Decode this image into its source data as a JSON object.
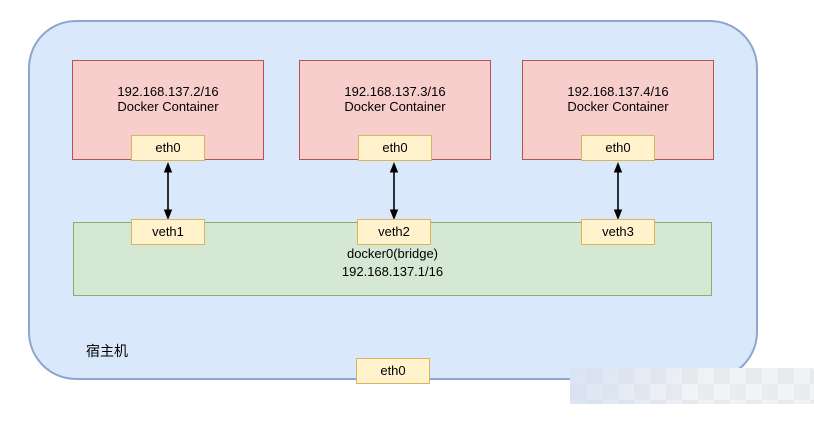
{
  "host": {
    "label": "宿主机",
    "eth_label": "eth0"
  },
  "containers": [
    {
      "ip": "192.168.137.2/16",
      "title": "Docker Container",
      "iface": "eth0",
      "veth": "veth1"
    },
    {
      "ip": "192.168.137.3/16",
      "title": "Docker Container",
      "iface": "eth0",
      "veth": "veth2"
    },
    {
      "ip": "192.168.137.4/16",
      "title": "Docker Container",
      "iface": "eth0",
      "veth": "veth3"
    }
  ],
  "bridge": {
    "name": "docker0(bridge)",
    "ip": "192.168.137.1/16"
  },
  "colors": {
    "host-fill": "#dae8fc",
    "host-stroke": "#8ba7d0",
    "container-fill": "#f8cecc",
    "container-stroke": "#b85450",
    "bridge-fill": "#d5e8d4",
    "bridge-stroke": "#82b366",
    "chip-fill": "#fff2cc",
    "chip-stroke": "#d6b656",
    "arrow": "#000000",
    "text": "#000000"
  }
}
